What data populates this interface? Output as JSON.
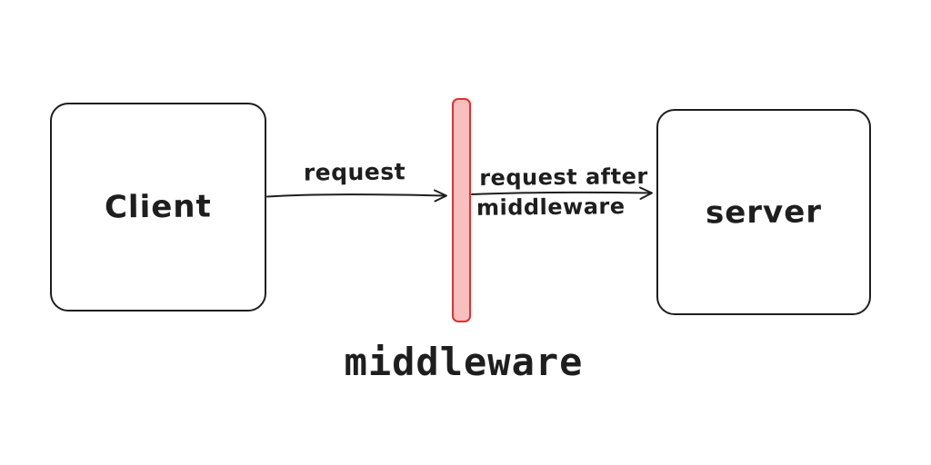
{
  "diagram": {
    "client": {
      "label": "Client"
    },
    "server": {
      "label": "server"
    },
    "middleware_bar": {
      "caption": "middleware"
    },
    "arrows": {
      "request": {
        "label": "request"
      },
      "request_after": {
        "label_line1": "request after",
        "label_line2": "middleware"
      }
    },
    "colors": {
      "stroke": "#1e1e1e",
      "text": "#1e1e1e",
      "bar_fill": "#f9bebe",
      "bar_stroke": "#e03131"
    }
  }
}
